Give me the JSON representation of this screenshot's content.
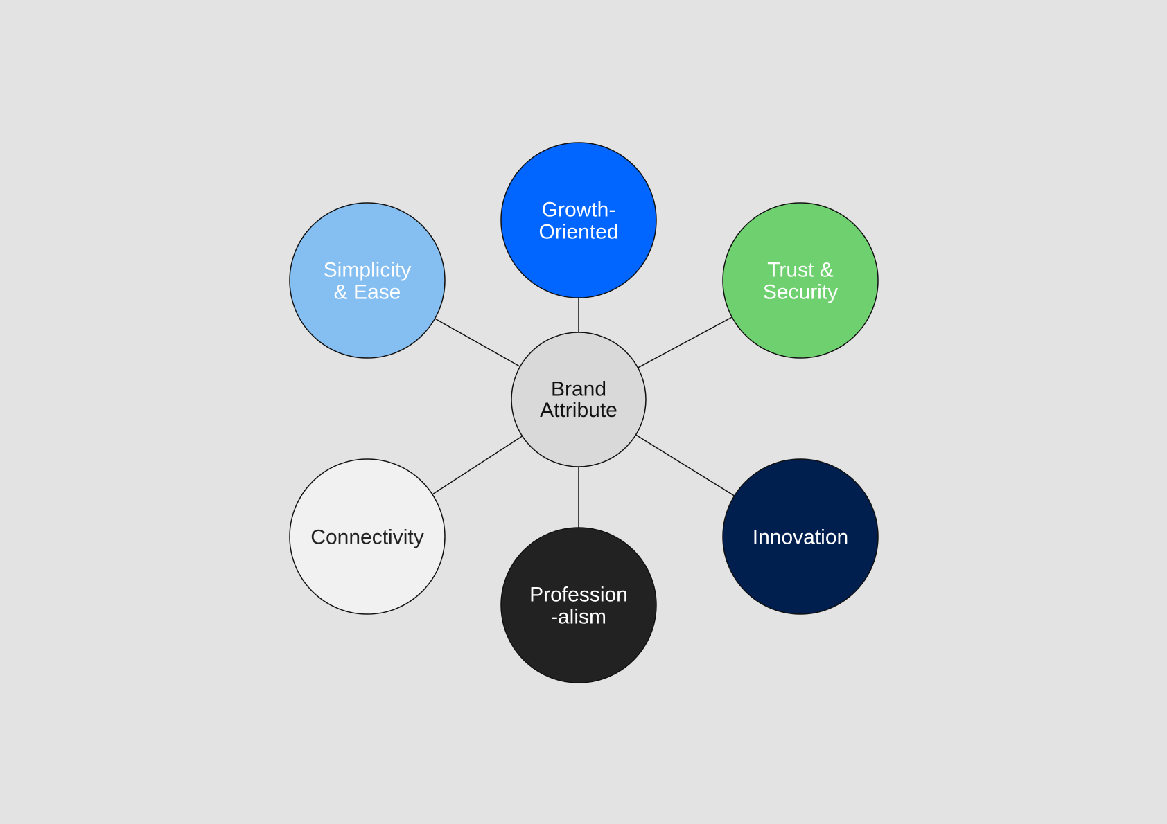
{
  "diagram": {
    "hub": {
      "lines": [
        "Brand",
        "Attribute"
      ],
      "fill": "#d9d9d9",
      "text_color": "#111111"
    },
    "nodes": [
      {
        "id": "growth",
        "lines": [
          "Growth-",
          "Oriented"
        ],
        "fill": "#0066ff",
        "text_color": "#ffffff"
      },
      {
        "id": "trust",
        "lines": [
          "Trust &",
          "Security"
        ],
        "fill": "#6fd06f",
        "text_color": "#ffffff"
      },
      {
        "id": "innovation",
        "lines": [
          "Innovation"
        ],
        "fill": "#001e4e",
        "text_color": "#ffffff"
      },
      {
        "id": "professionalism",
        "lines": [
          "Profession",
          "-alism"
        ],
        "fill": "#222222",
        "text_color": "#ffffff"
      },
      {
        "id": "connectivity",
        "lines": [
          "Connectivity"
        ],
        "fill": "#f0f1f0",
        "text_color": "#222222"
      },
      {
        "id": "simplicity",
        "lines": [
          "Simplicity",
          "& Ease"
        ],
        "fill": "#85bef0",
        "text_color": "#ffffff"
      }
    ],
    "stroke_color": "#111111",
    "background": "#e3e3e3"
  }
}
